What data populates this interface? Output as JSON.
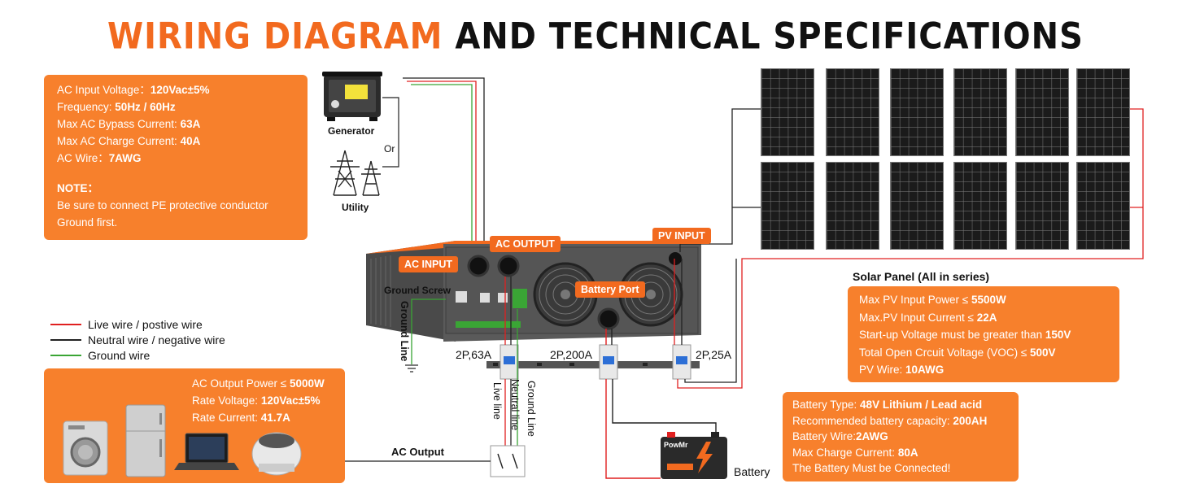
{
  "title": {
    "accent": "WIRING DIAGRAM",
    "rest": "AND TECHNICAL SPECIFICATIONS"
  },
  "ac_input_box": {
    "rows": [
      {
        "label": "AC Input Voltage：",
        "value": "120Vac±5%"
      },
      {
        "label": "Frequency: ",
        "value": "50Hz / 60Hz"
      },
      {
        "label": "Max AC Bypass Current: ",
        "value": "63A"
      },
      {
        "label": "Max AC Charge Current: ",
        "value": "40A"
      },
      {
        "label": "AC Wire：",
        "value": "7AWG"
      }
    ],
    "note_title": "NOTE：",
    "note_line1": "Be sure to  connect PE protective conductor",
    "note_line2": "Ground first."
  },
  "sources": {
    "generator": "Generator",
    "or": "Or",
    "utility": "Utility"
  },
  "inverter_tags": {
    "ac_input": "AC INPUT",
    "ac_output": "AC OUTPUT",
    "pv_input": "PV INPUT",
    "battery_port": "Battery Port"
  },
  "ground": {
    "screw": "Ground Screw",
    "line": "Ground Line"
  },
  "breakers": {
    "ac": "2P,63A",
    "battery": "2P,200A",
    "pv": "2P,25A"
  },
  "wire_labels": {
    "live": "Live line",
    "neutral": "Neutral line",
    "ground": "Ground Line"
  },
  "legend": [
    {
      "label": "Live wire / postive wire",
      "color": "#e02020"
    },
    {
      "label": "Neutral wire / negative wire",
      "color": "#222222"
    },
    {
      "label": "Ground wire",
      "color": "#3aa535"
    }
  ],
  "ac_output_box": {
    "rows": [
      {
        "label": "AC Output Power ≤ ",
        "value": "5000W"
      },
      {
        "label": "Rate Voltage: ",
        "value": "120Vac±5%"
      },
      {
        "label": "Rate Current: ",
        "value": "41.7A"
      }
    ]
  },
  "ac_output_label": "AC Output",
  "solar": {
    "heading": "Solar Panel (All in series)",
    "rows": [
      {
        "label": "Max PV Input Power ≤ ",
        "value": "5500W"
      },
      {
        "label": "Max.PV Input Current ≤ ",
        "value": "22A"
      },
      {
        "label": "Start-up Voltage must be greater than ",
        "value": "150V"
      },
      {
        "label": "Total Open Crcuit Voltage (VOC) ≤ ",
        "value": "500V"
      },
      {
        "label": "PV Wire: ",
        "value": "10AWG"
      }
    ]
  },
  "battery_box": {
    "rows": [
      {
        "label": "Battery Type: ",
        "value": "48V Lithium / Lead acid"
      },
      {
        "label": "Recommended battery capacity: ",
        "value": "200AH"
      },
      {
        "label": "Battery Wire:",
        "value": "2AWG"
      },
      {
        "label": "Max Charge Current: ",
        "value": "80A"
      },
      {
        "label": "The Battery Must be Connected!",
        "value": ""
      }
    ]
  },
  "battery_label": "Battery",
  "battery_brand": "PowMr",
  "colors": {
    "accent": "#f26a1f",
    "box": "#f7802c",
    "live": "#e02020",
    "neutral": "#222222",
    "ground": "#3aa535"
  }
}
